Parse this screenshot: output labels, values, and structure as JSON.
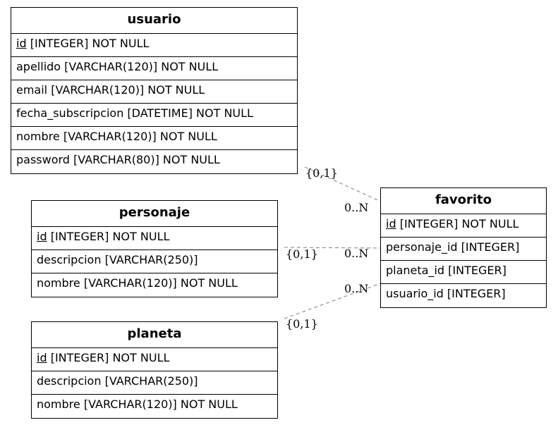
{
  "entities": {
    "usuario": {
      "title": "usuario",
      "rows": [
        {
          "pk": "id",
          "rest": " [INTEGER] NOT NULL"
        },
        {
          "text": "apellido [VARCHAR(120)] NOT NULL"
        },
        {
          "text": "email [VARCHAR(120)] NOT NULL"
        },
        {
          "text": "fecha_subscripcion [DATETIME] NOT NULL"
        },
        {
          "text": "nombre [VARCHAR(120)] NOT NULL"
        },
        {
          "text": "password [VARCHAR(80)] NOT NULL"
        }
      ]
    },
    "personaje": {
      "title": "personaje",
      "rows": [
        {
          "pk": "id",
          "rest": " [INTEGER] NOT NULL"
        },
        {
          "text": "descripcion [VARCHAR(250)]"
        },
        {
          "text": "nombre [VARCHAR(120)] NOT NULL"
        }
      ]
    },
    "planeta": {
      "title": "planeta",
      "rows": [
        {
          "pk": "id",
          "rest": " [INTEGER] NOT NULL"
        },
        {
          "text": "descripcion [VARCHAR(250)]"
        },
        {
          "text": "nombre [VARCHAR(120)] NOT NULL"
        }
      ]
    },
    "favorito": {
      "title": "favorito",
      "rows": [
        {
          "pk": "id",
          "rest": " [INTEGER] NOT NULL"
        },
        {
          "text": "personaje_id [INTEGER]"
        },
        {
          "text": "planeta_id [INTEGER]"
        },
        {
          "text": "usuario_id [INTEGER]"
        }
      ]
    }
  },
  "relationships": {
    "usuario_favorito": {
      "one": "{0,1}",
      "many": "0..N"
    },
    "personaje_favorito": {
      "one": "{0,1}",
      "many": "0..N"
    },
    "planeta_favorito": {
      "one": "{0,1}",
      "many": "0..N"
    }
  },
  "colors": {
    "border": "#000000",
    "link": "#808080"
  }
}
